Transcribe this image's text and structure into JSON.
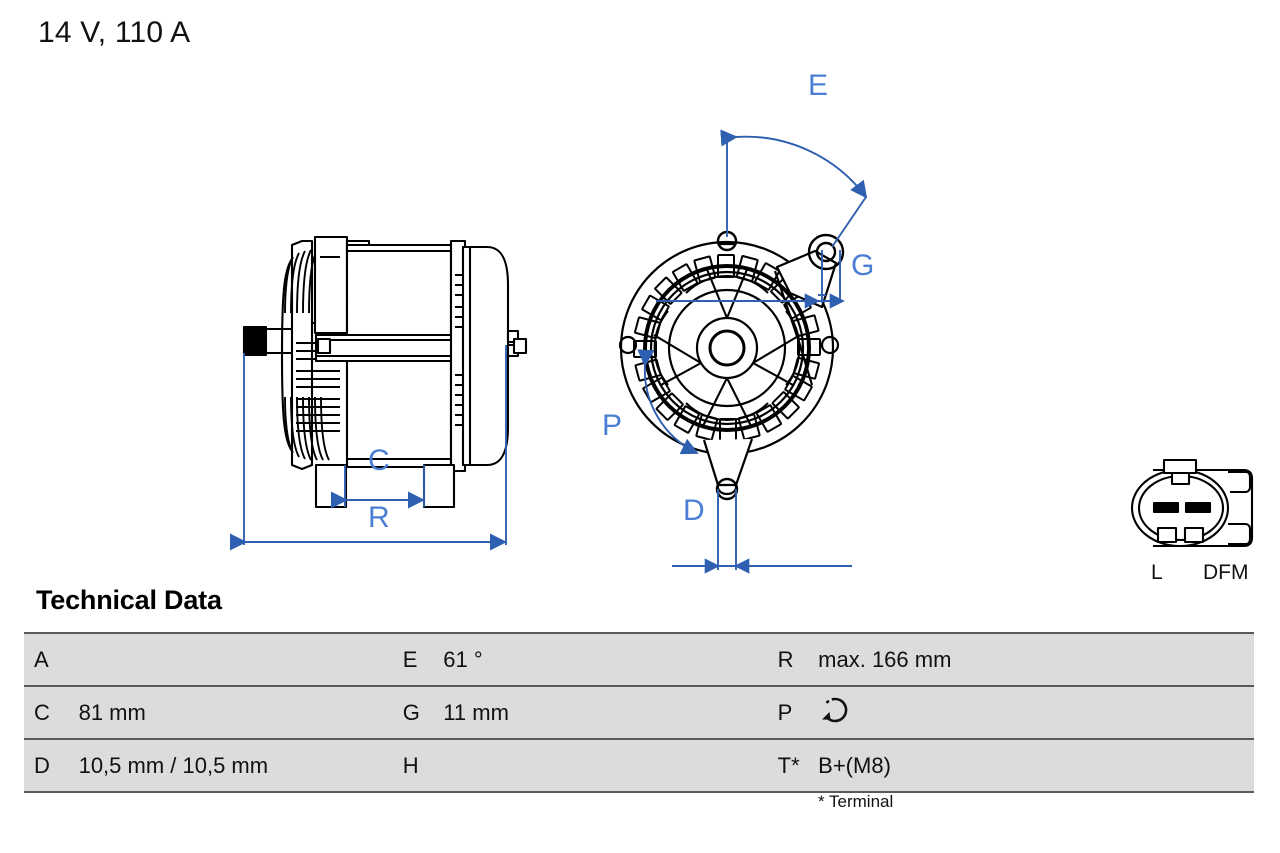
{
  "page": {
    "title": "14 V, 110 A"
  },
  "drawings": {
    "side_view": {
      "name": "alternator-side-view",
      "dimension_labels": [
        "C",
        "R"
      ]
    },
    "front_view": {
      "name": "alternator-front-view",
      "dimension_labels": [
        "E",
        "G",
        "P",
        "D"
      ]
    },
    "connector": {
      "name": "connector-plug-diagram",
      "pin_labels": [
        "L",
        "DFM"
      ]
    }
  },
  "dimension_letters": {
    "C": "C",
    "R": "R",
    "E": "E",
    "G": "G",
    "P": "P",
    "D": "D"
  },
  "connector": {
    "pin_left": "L",
    "pin_right": "DFM"
  },
  "technical_data": {
    "heading": "Technical Data",
    "footnote": "* Terminal",
    "rows": [
      {
        "key1": "A",
        "val1": "",
        "key2": "E",
        "val2": "61 °",
        "key3": "R",
        "val3": "max. 166 mm"
      },
      {
        "key1": "C",
        "val1": "81 mm",
        "key2": "G",
        "val2": "11 mm",
        "key3": "P",
        "val3": "",
        "val3_icon": "rotation-ccw-icon"
      },
      {
        "key1": "D",
        "val1": "10,5 mm / 10,5 mm",
        "key2": "H",
        "val2": "",
        "key3": "T*",
        "val3": "B+(M8)"
      }
    ]
  },
  "colors": {
    "dimension_blue": "#2e5fb0",
    "table_cell_gray": "#dcdcdc",
    "table_rule": "#595959",
    "ink_black": "#000000"
  }
}
